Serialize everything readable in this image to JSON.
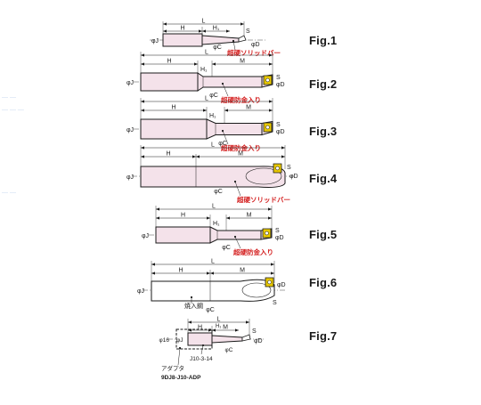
{
  "figures": [
    {
      "id": "fig1",
      "label": "Fig.1",
      "dims": {
        "L": "L",
        "H": "H",
        "H1": "H₁",
        "S": "S",
        "J": "φJ",
        "C": "φC",
        "D": "φD"
      },
      "material": "超硬ソリッドバー"
    },
    {
      "id": "fig2",
      "label": "Fig.2",
      "dims": {
        "L": "L",
        "H": "H",
        "H1": "H₁",
        "M": "M",
        "S": "S",
        "J": "φJ",
        "C": "φC",
        "D": "φD"
      },
      "material": "超硬防金入り"
    },
    {
      "id": "fig3",
      "label": "Fig.3",
      "dims": {
        "L": "L",
        "H": "H",
        "H1": "H₁",
        "M": "M",
        "S": "S",
        "J": "φJ",
        "C": "φC",
        "D": "φD"
      },
      "material": "超硬防金入り"
    },
    {
      "id": "fig4",
      "label": "Fig.4",
      "dims": {
        "L": "L",
        "H": "H",
        "M": "M",
        "S": "S",
        "J": "φJ",
        "C": "φC",
        "D": "φD"
      },
      "material": "超硬ソリッドバー"
    },
    {
      "id": "fig5",
      "label": "Fig.5",
      "dims": {
        "L": "L",
        "H": "H",
        "H1": "H₁",
        "M": "M",
        "S": "S",
        "J": "φJ",
        "C": "φC",
        "D": "φD"
      },
      "material": "超硬防金入り"
    },
    {
      "id": "fig6",
      "label": "Fig.6",
      "dims": {
        "L": "L",
        "H": "H",
        "M": "M",
        "S": "S",
        "J": "φJ",
        "C": "φC",
        "D": "φD"
      },
      "note": "焼入鋼"
    },
    {
      "id": "fig7",
      "label": "Fig.7",
      "dims": {
        "L": "L",
        "H": "H",
        "H1": "H₁",
        "M": "M",
        "S": "S",
        "J": "φJ",
        "C": "φC",
        "D": "φD",
        "J16": "φ16"
      },
      "parts": [
        "J10-3-14",
        "アダプタ",
        "9DJ8-J10-ADP"
      ]
    }
  ],
  "colors": {
    "shank": "#f4e2ea",
    "outline": "#1a1a1a",
    "material_text": "#d42020",
    "insert": "#e8c800"
  }
}
